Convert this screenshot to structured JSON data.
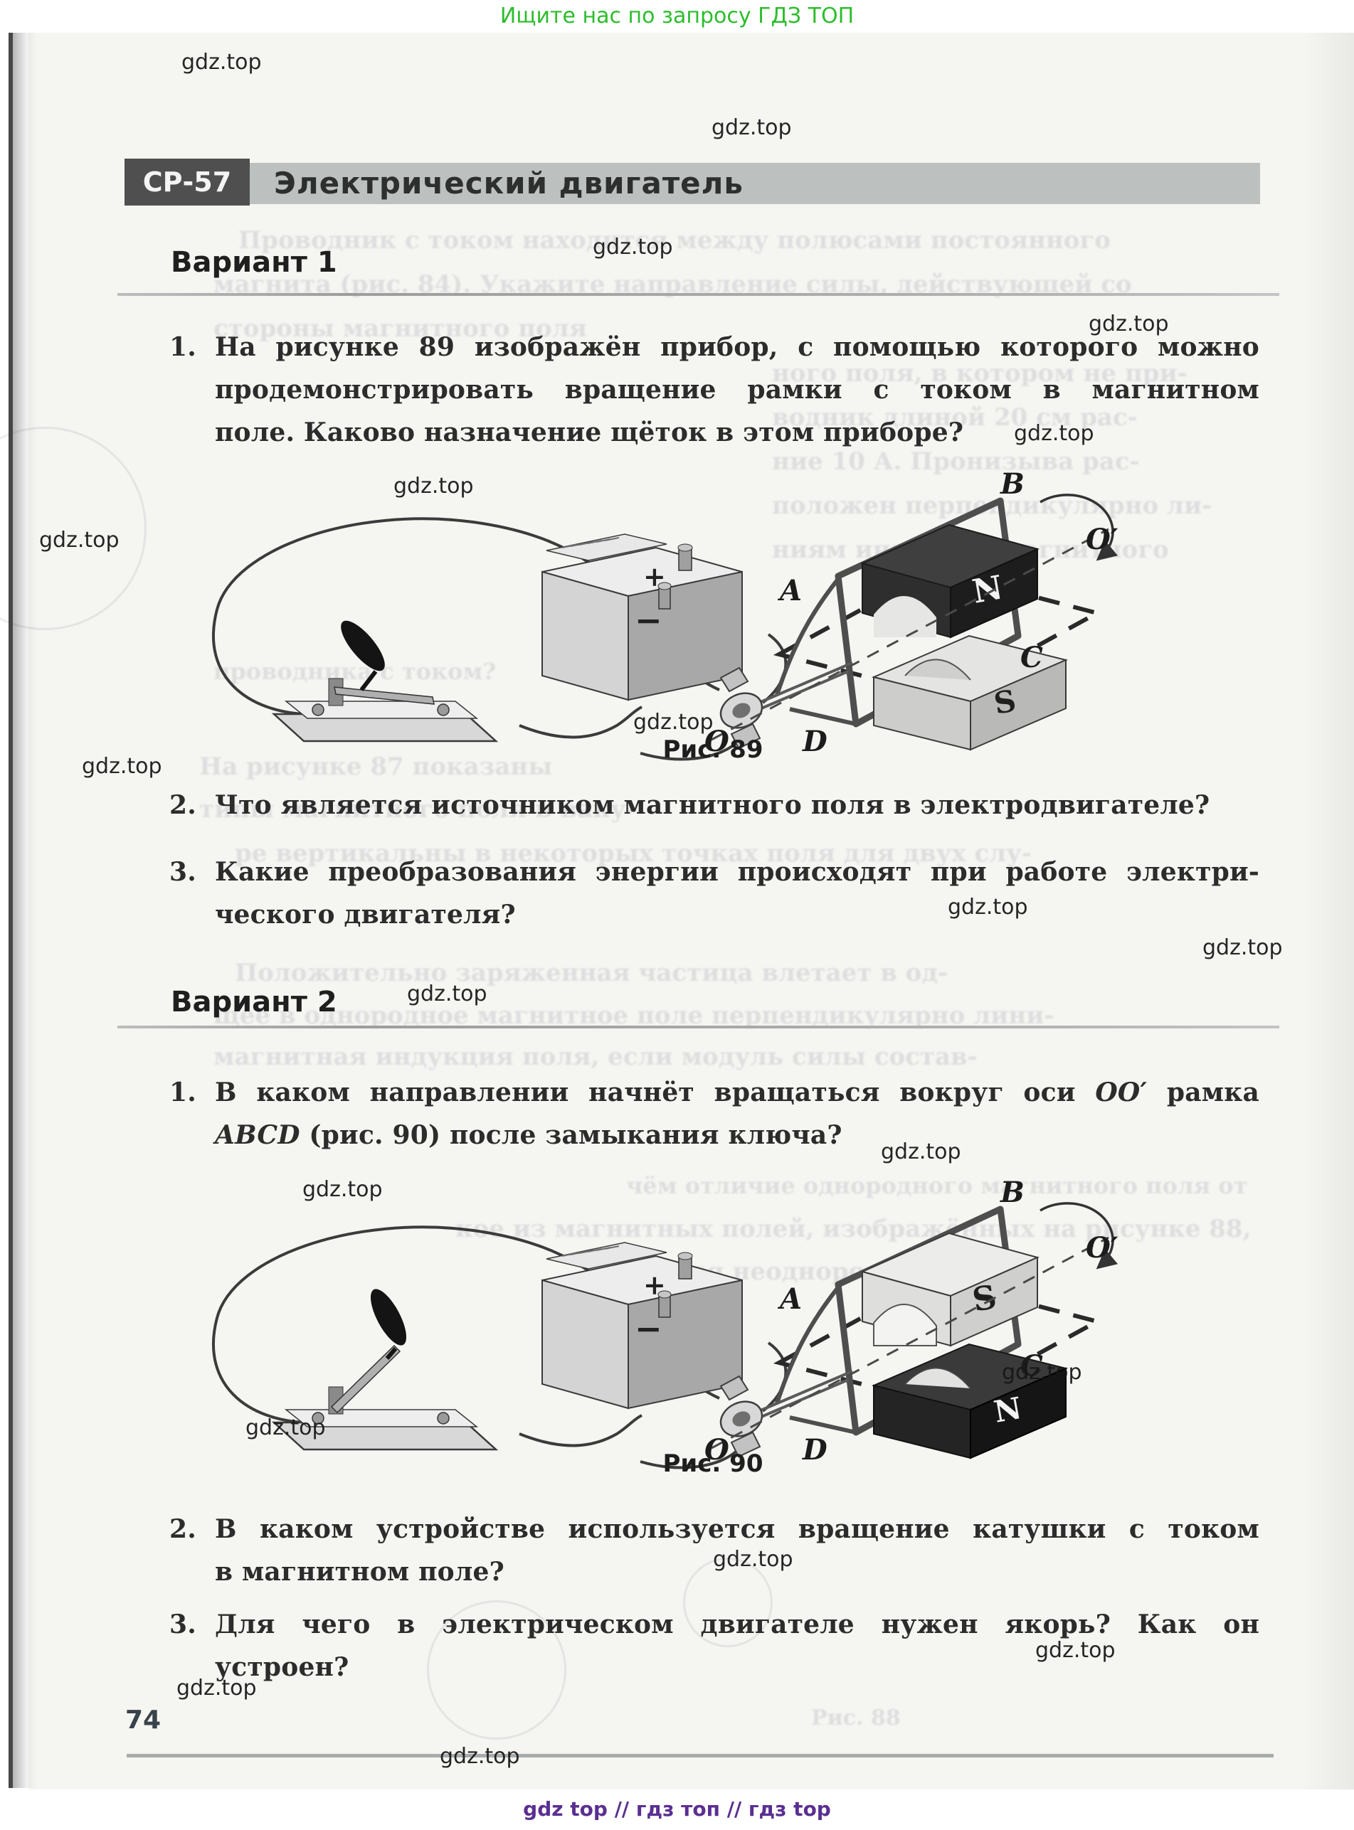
{
  "promo": {
    "top": "Ищите нас по запросу ГДЗ ТОП",
    "bottom": "gdz top  //  гдз топ  //  гдз top"
  },
  "watermark": "gdz.top",
  "header": {
    "code": "СР-57",
    "title": "Электрический двигатель"
  },
  "page_number": "74",
  "variant1": {
    "label": "Вариант 1",
    "q1": {
      "num": "1.",
      "lines": [
        "На рисунке 89 изображён прибор, с помощью которого можно",
        "продемонстрировать вращение рамки с током в магнитном",
        "поле. Каково назначение щёток в этом приборе?"
      ]
    },
    "q2": {
      "num": "2.",
      "lines": [
        "Что является источником магнитного поля в электродвигателе?"
      ]
    },
    "q3": {
      "num": "3.",
      "lines": [
        "Какие преобразования энергии происходят при работе электри-",
        "ческого двигателя?"
      ]
    },
    "figure": {
      "caption": "Рис. 89",
      "plus": "+",
      "minus": "−",
      "labels": {
        "A": "A",
        "B": "B",
        "C": "C",
        "D": "D",
        "O": "O",
        "Oprime": "O′",
        "N": "N",
        "S": "S"
      }
    }
  },
  "variant2": {
    "label": "Вариант 2",
    "q1": {
      "num": "1.",
      "l1a": "В каком направлении начнёт вращаться вокруг оси ",
      "l1b": "OO′",
      "l1c": " рамка",
      "l2a": "ABCD",
      "l2b": " (рис. 90) после замыкания ключа?"
    },
    "q2": {
      "num": "2.",
      "lines": [
        "В каком устройстве используется вращение катушки с током",
        "в магнитном поле?"
      ]
    },
    "q3": {
      "num": "3.",
      "lines": [
        "Для чего в электрическом двигателе нужен якорь? Как он",
        "устроен?"
      ]
    },
    "figure": {
      "caption": "Рис. 90",
      "plus": "+",
      "minus": "−",
      "labels": {
        "A": "A",
        "B": "B",
        "C": "C",
        "D": "D",
        "O": "O",
        "Oprime": "O′",
        "N": "N",
        "S": "S"
      }
    }
  },
  "ghost": [
    "Проводник с током находится между полюсами постоянного",
    "магнита (рис. 84). Укажите направление силы, действующей со",
    "стороны магнитного поля",
    "ного поля, в котором не при-",
    "водник длиной 20 см рас-",
    "ние 10 А. Пронизыва рас-",
    "положен перпендикулярно ли-",
    "ниям индукции магнитного",
    "проводника с током?",
    "На рисунке 87 показаны",
    "типы магнитного поля в ваку-",
    "ре вертикальны в некоторых точках поля для двух слу-",
    "Положительно заряженная частица влетает в од-",
    "щее в однородное магнитное поле перпендикулярно лини-",
    "магнитная индукция поля, если модуль силы состав-",
    "чём отличие однородного магнитного поля от неоднородного?",
    "кое из магнитных полей, изображённых на рисунке 88, яв-",
    "ляется неоднородным?",
    "Рис. 88"
  ]
}
